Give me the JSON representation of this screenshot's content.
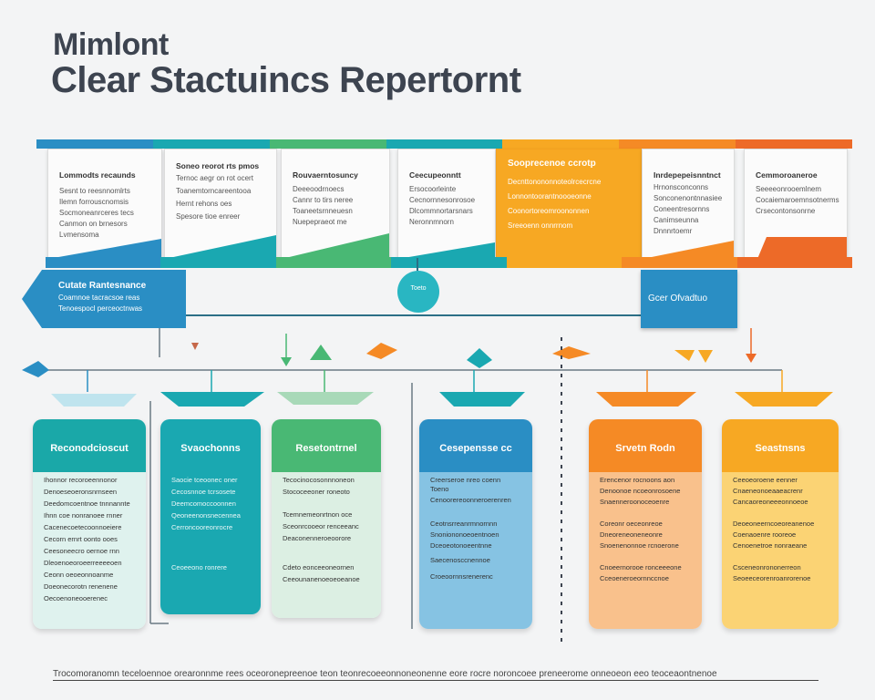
{
  "title": {
    "line1": "Mimlont",
    "line2": "Clear Stactuincs Repertornt"
  },
  "colors": {
    "blue": "#2a8ec4",
    "teal": "#1aa8b1",
    "green": "#49b874",
    "orange": "#f7a823",
    "dark_orange": "#ed6a28"
  },
  "top_cards": [
    {
      "heading": "Lommodts recaunds",
      "lines": [
        "Sesnt to reesnnomlrts",
        "Ilemn forrouscnomsis",
        "Socmoneanrceres tecs",
        "Canmon on brnesors",
        "Lvmensoma"
      ]
    },
    {
      "heading": "Soneo reorot rts pmos",
      "lines": [
        "Ternoc aegr on rot ocert",
        "Toanemtorncareentooa",
        "Hernt rehons oes",
        "Spesore tioe enreer"
      ]
    },
    {
      "heading": "Rouvaerntosuncy",
      "lines": [
        "Deeeoodrnoecs",
        "Cannr to tirs neree",
        "Toaneetsrnneuesn",
        "Nuepepraeot me"
      ]
    },
    {
      "heading": "Ceecupeonntt",
      "lines": [
        "Ersocoorleinte",
        "Cecnornnesonrosoe",
        "Dlcommnortarsnars",
        "Neronnmnorn"
      ]
    },
    {
      "heading": "Sooprecenoe ccrotp",
      "lines": [
        "Decnttonononnoteolrcecrcne",
        "Lonnontoorantnoooeonne",
        "Coonortoreomroononnen",
        "Sreeoenn onnrrnom"
      ]
    },
    {
      "heading": "Inrdepepeisnntnct",
      "lines": [
        "Hrnonsconconns",
        "Sonconenontnnasiee",
        "Coneentresornns",
        "Canimseunna",
        "Dnnnrtoemr"
      ]
    },
    {
      "heading": "Cemmoroaneroe",
      "lines": [
        "Seeeeonrooemlnem",
        "Cocaiemaroemnsotnerms",
        "Crsecontonsonrne"
      ]
    }
  ],
  "mid_left": {
    "title": "Cutate Rantesnance",
    "line1": "Coamnoe tacracsoe reas",
    "line2": "Tenoespocl perceoctnwas"
  },
  "mid_circle": {
    "label": "Toeto"
  },
  "mid_right": {
    "label": "Gcer Ofvadtuo"
  },
  "lanes": [
    {
      "title": "Reconodcioscut",
      "lines": [
        "Ihonnor recoroeennonor",
        "Denoeseoeronsnrnseen",
        "Deedomcoentnoe tnnnannte",
        "Ihnn coe nonranoee rnner",
        "Cacenecoetecoonnoeiere",
        "Cecorn ernrt oonto ooes",
        "Ceesoneecro oernoe rnn",
        "Dleoenoeoroeerreeeeoen",
        "Ceonn oeoeonnoanme",
        "Doeonecorotn renenene",
        "Oecoenoneooerenec"
      ]
    },
    {
      "title": "Svaochonns",
      "lines": [
        "Saocie tceoonec oner",
        "Cecosnnoe tcrsosete",
        "Deemcomoccoonnen",
        "Qeoneenonsnecennea",
        "Cerroncooreonrocre",
        "Ceoeeono ronrere"
      ]
    },
    {
      "title": "Resetontrnel",
      "lines": [
        "Tecocinocosonnnoneon",
        "Stococeeoner roneoto",
        "Tcemnemeonrtnon oce",
        "Sceonrcooeor renceeanc",
        "Deaconenneroeoorore",
        "Cdeto eonceeoneornen",
        "Ceeounanenoeoeoeanoe"
      ]
    },
    {
      "title": "Cesepensse cc",
      "lines": [
        "Creerseroe nreo coenn",
        "Toeno",
        "Cenoorereoonneroerenren",
        "Ceotnsrreanrmnornnn",
        "Snoniononoeoentnoen",
        "Dceoeotonoeentnne",
        "Saecenosccnennoe",
        "Croeoornnsrenerenc"
      ]
    },
    {
      "title": "Srvetn Rodn",
      "lines": [
        "Erencenor rocnoons aon",
        "Denoonoe ncoeonrosoene",
        "Snaenneroonoceoenre",
        "Coreonr oeceonreoe",
        "Dneoreneoneneonre",
        "Snoenenonnoe rcnoerone",
        "Cnoeernorooe ronceeeone",
        "Cceoeneroeornnccnoe"
      ]
    },
    {
      "title": "Seastnsns",
      "lines": [
        "Ceeoeoroene eenner",
        "Cnaeneonoeaaeacrenr",
        "Cancaoreoneeeonnoeoe",
        "Deoeoneerncoeoreanenoe",
        "Coenaoenre rooreoe",
        "Cenoenetroe nonraeane",
        "Csceneonrononerreon",
        "Seoeeceorenroanrorenoe"
      ]
    }
  ],
  "footer": "Trocomoranomn teceloennoe orearonnme rees oceoronepreenoe teon teonrecoeeonnoneonenne eore rocre noroncoee preneerome onneoeon eeo teoceaontnenoe"
}
